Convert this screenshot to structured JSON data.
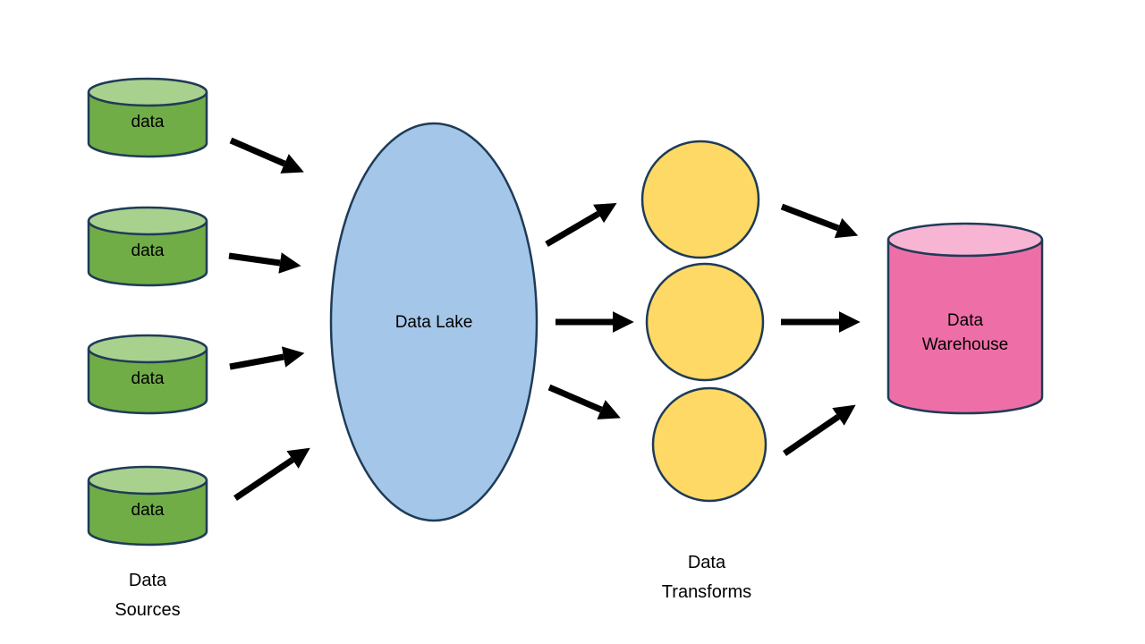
{
  "diagram": {
    "data_sources": {
      "items": [
        {
          "label": "data"
        },
        {
          "label": "data"
        },
        {
          "label": "data"
        },
        {
          "label": "data"
        }
      ],
      "group_label_lines": [
        "Data",
        "Sources"
      ]
    },
    "data_lake": {
      "label": "Data Lake"
    },
    "data_transforms": {
      "node_count": 3,
      "group_label_lines": [
        "Data",
        "Transforms"
      ]
    },
    "data_warehouse": {
      "label_lines": [
        "Data",
        "Warehouse"
      ]
    },
    "colors": {
      "source_body_fill": "#70ad47",
      "source_top_fill": "#a9d18e",
      "lake_fill": "#a4c7e9",
      "transform_fill": "#ffd966",
      "warehouse_body_fill": "#ee6fa7",
      "warehouse_top_fill": "#f8b4d3",
      "outline": "#1f3b57",
      "arrow": "#000000",
      "text": "#000000",
      "background": "#ffffff"
    }
  }
}
